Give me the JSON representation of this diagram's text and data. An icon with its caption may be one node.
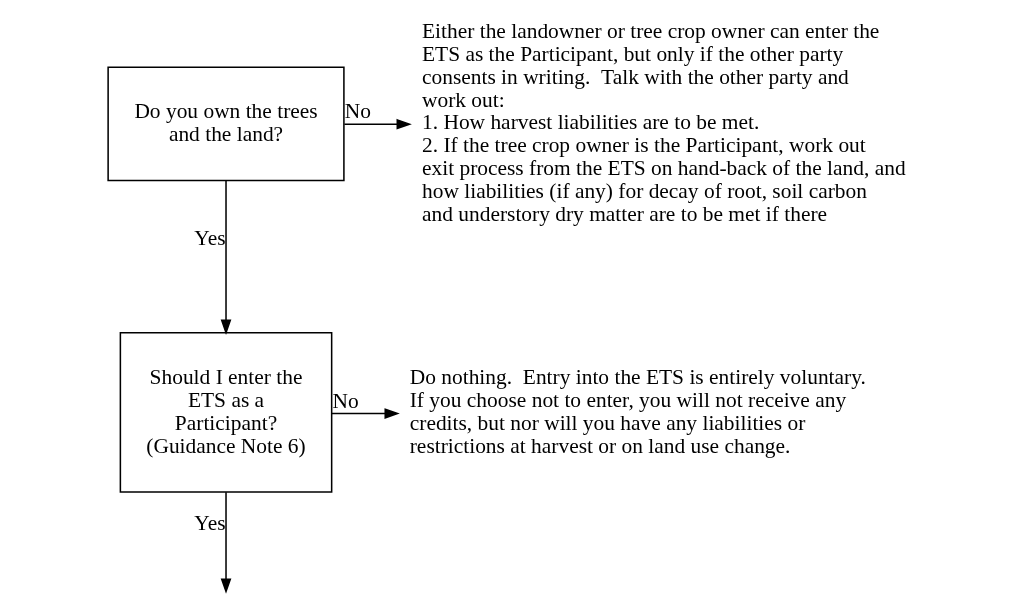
{
  "diagram": {
    "nodes": [
      {
        "text": [
          "Do you own the trees and the land?"
        ]
      },
      {
        "text": [
          "Either the landowner or tree crop owner can enter the ETS as the Participant, but only if the other party consents in writing.  Talk with the other party and work out:",
          "1. How harvest liabilities are to be met.",
          "2. If the tree crop owner is the Participant, work out exit process from the ETS on hand-back of the land, and how liabilities (if any) for decay of root, soil carbon and understory dry matter are to be met if there"
        ]
      },
      {
        "text": [
          "Should I enter the ETS as a Participant? (Guidance Note 6)"
        ]
      },
      {
        "text": [
          "Do nothing.  Entry into the ETS is entirely voluntary. If you choose not to enter, you will not receive any credits, but nor will you have any liabilities or restrictions at harvest or on land use change."
        ]
      }
    ],
    "edges": [
      {
        "from": 0,
        "to": 1,
        "label": "No",
        "arrow": "to"
      },
      {
        "from": 0,
        "to": 2,
        "label": "Yes",
        "arrow": "to"
      },
      {
        "from": 2,
        "to": 3,
        "label": "No",
        "arrow": "to"
      },
      {
        "from": 2,
        "to": null,
        "label": "Yes",
        "arrow": "to"
      }
    ]
  }
}
